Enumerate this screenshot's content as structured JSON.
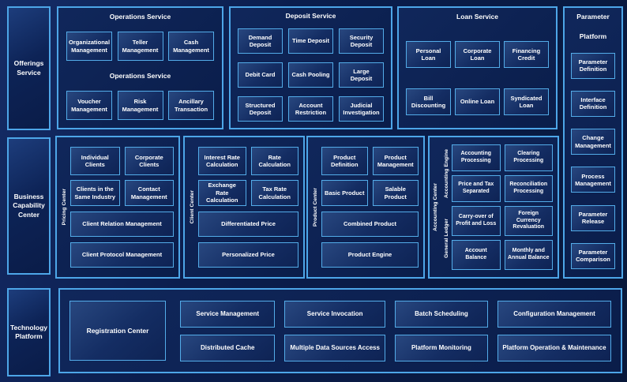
{
  "colors": {
    "background": "#0a1c49",
    "panel_border": "#4da6e8",
    "box_fill_top": "#28477f",
    "box_fill_bottom": "#0e2354",
    "text": "#ffffff"
  },
  "sidebar": {
    "offerings": "Offerings Service",
    "business": "Business Capability Center",
    "technology": "Technology Platform"
  },
  "operations": {
    "title": "Operations Service",
    "subtitle": "Operations Service",
    "row1": [
      "Organizational Management",
      "Teller Management",
      "Cash Management"
    ],
    "row2": [
      "Voucher Management",
      "Risk Management",
      "Ancillary Transaction"
    ]
  },
  "deposit": {
    "title": "Deposit Service",
    "row1": [
      "Demand Deposit",
      "Time Deposit",
      "Security Deposit"
    ],
    "row2": [
      "Debit Card",
      "Cash Pooling",
      "Large Deposit"
    ],
    "row3": [
      "Structured Deposit",
      "Account Restriction",
      "Judicial Investigation"
    ]
  },
  "loan": {
    "title": "Loan Service",
    "row1": [
      "Personal Loan",
      "Corporate Loan",
      "Financing Credit"
    ],
    "row2": [
      "Bill Discounting",
      "Online Loan",
      "Syndicated Loan"
    ]
  },
  "parameter": {
    "title1": "Parameter",
    "title2": "Platform",
    "items": [
      "Parameter Definition",
      "Interface Definition",
      "Change Management",
      "Process Management",
      "Parameter Release",
      "Parameter Comparison"
    ]
  },
  "pricing": {
    "label": "Pricing Center",
    "boxes": [
      "Individual Clients",
      "Corporate Clients",
      "Clients in the Same Industry",
      "Contact Management"
    ],
    "wide": [
      "Client Relation Management",
      "Client Protocol Management"
    ]
  },
  "client": {
    "label": "Client Center",
    "boxes": [
      "Interest Rate Calculation",
      "Rate Calculation",
      "Exchange Rate Calculation",
      "Tax Rate Calculation"
    ],
    "wide": [
      "Differentiated Price",
      "Personalized Price"
    ]
  },
  "product": {
    "label": "Product Center",
    "boxes": [
      "Product Definition",
      "Product Management",
      "Basic Product",
      "Salable Product"
    ],
    "wide": [
      "Combined Product",
      "Product Engine"
    ]
  },
  "accounting": {
    "label": "Accounting Center",
    "engine": {
      "label": "Accounting Engine",
      "boxes": [
        "Accounting Processing",
        "Clearing Processing",
        "Price and Tax Separated",
        "Reconciliation Processing"
      ]
    },
    "ledger": {
      "label": "General Ledger",
      "boxes": [
        "Carry-over of Profit and Loss",
        "Foreign Currency Revaluation",
        "Account Balance",
        "Monthly and Annual Balance"
      ]
    }
  },
  "technology": {
    "registration": "Registration Center",
    "row1": [
      "Service Management",
      "Service Invocation",
      "Batch Scheduling",
      "Configuration Management"
    ],
    "row2": [
      "Distributed Cache",
      "Multiple Data Sources Access",
      "Platform Monitoring",
      "Platform Operation & Maintenance"
    ]
  }
}
